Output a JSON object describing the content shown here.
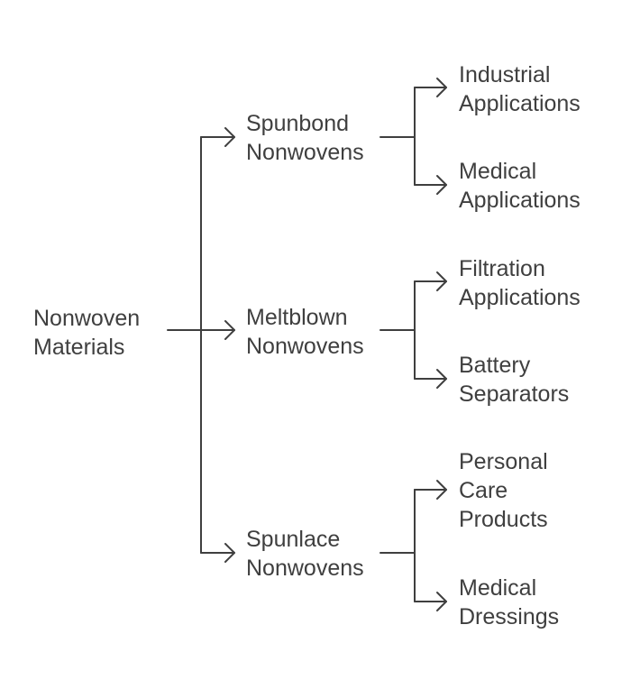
{
  "root": {
    "label": [
      "Nonwoven",
      "Materials"
    ]
  },
  "branches": [
    {
      "label": [
        "Spunbond",
        "Nonwovens"
      ],
      "children": [
        {
          "label": [
            "Industrial",
            "Applications"
          ]
        },
        {
          "label": [
            "Medical",
            "Applications"
          ]
        }
      ]
    },
    {
      "label": [
        "Meltblown",
        "Nonwovens"
      ],
      "children": [
        {
          "label": [
            "Filtration",
            "Applications"
          ]
        },
        {
          "label": [
            "Battery",
            "Separators"
          ]
        }
      ]
    },
    {
      "label": [
        "Spunlace",
        "Nonwovens"
      ],
      "children": [
        {
          "label": [
            "Personal",
            "Care",
            "Products"
          ]
        },
        {
          "label": [
            "Medical",
            "Dressings"
          ]
        }
      ]
    }
  ],
  "colors": {
    "text": "#3f3f3f",
    "line": "#3f3f3f",
    "background": "#ffffff"
  }
}
